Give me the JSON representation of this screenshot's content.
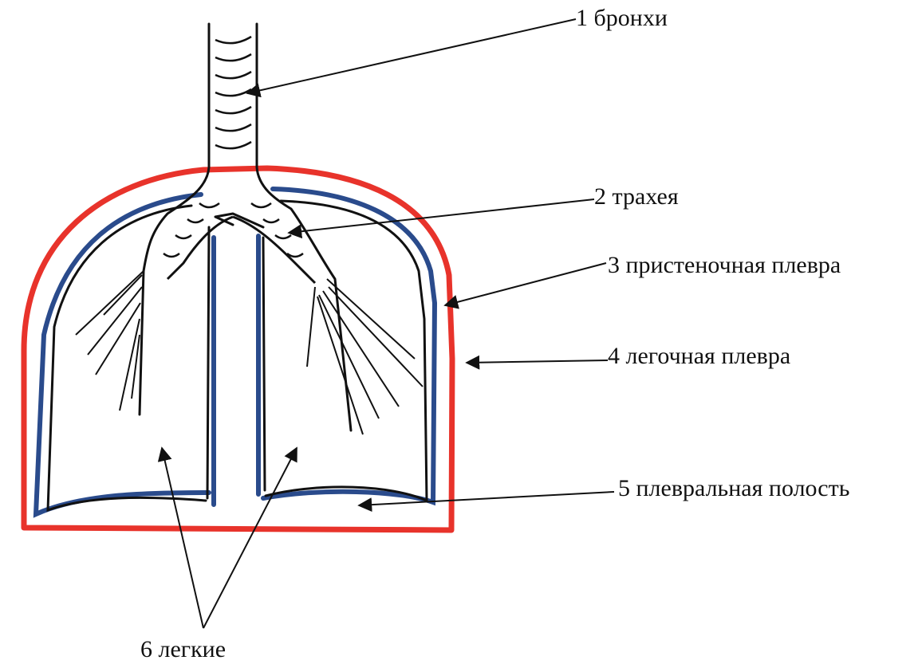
{
  "colors": {
    "outline": "#111111",
    "parietal_pleura": "#e8332b",
    "pulmonary_pleura": "#2a4b8c",
    "background": "#ffffff"
  },
  "labels": {
    "bronchi": "1 бронхи",
    "trachea": "2 трахея",
    "parietal_pleura": "3 пристеночная плевра",
    "pulmonary_pleura": "4 легочная плевра",
    "pleural_cavity": "5 плевральная полость",
    "lungs": "6 легкие"
  }
}
